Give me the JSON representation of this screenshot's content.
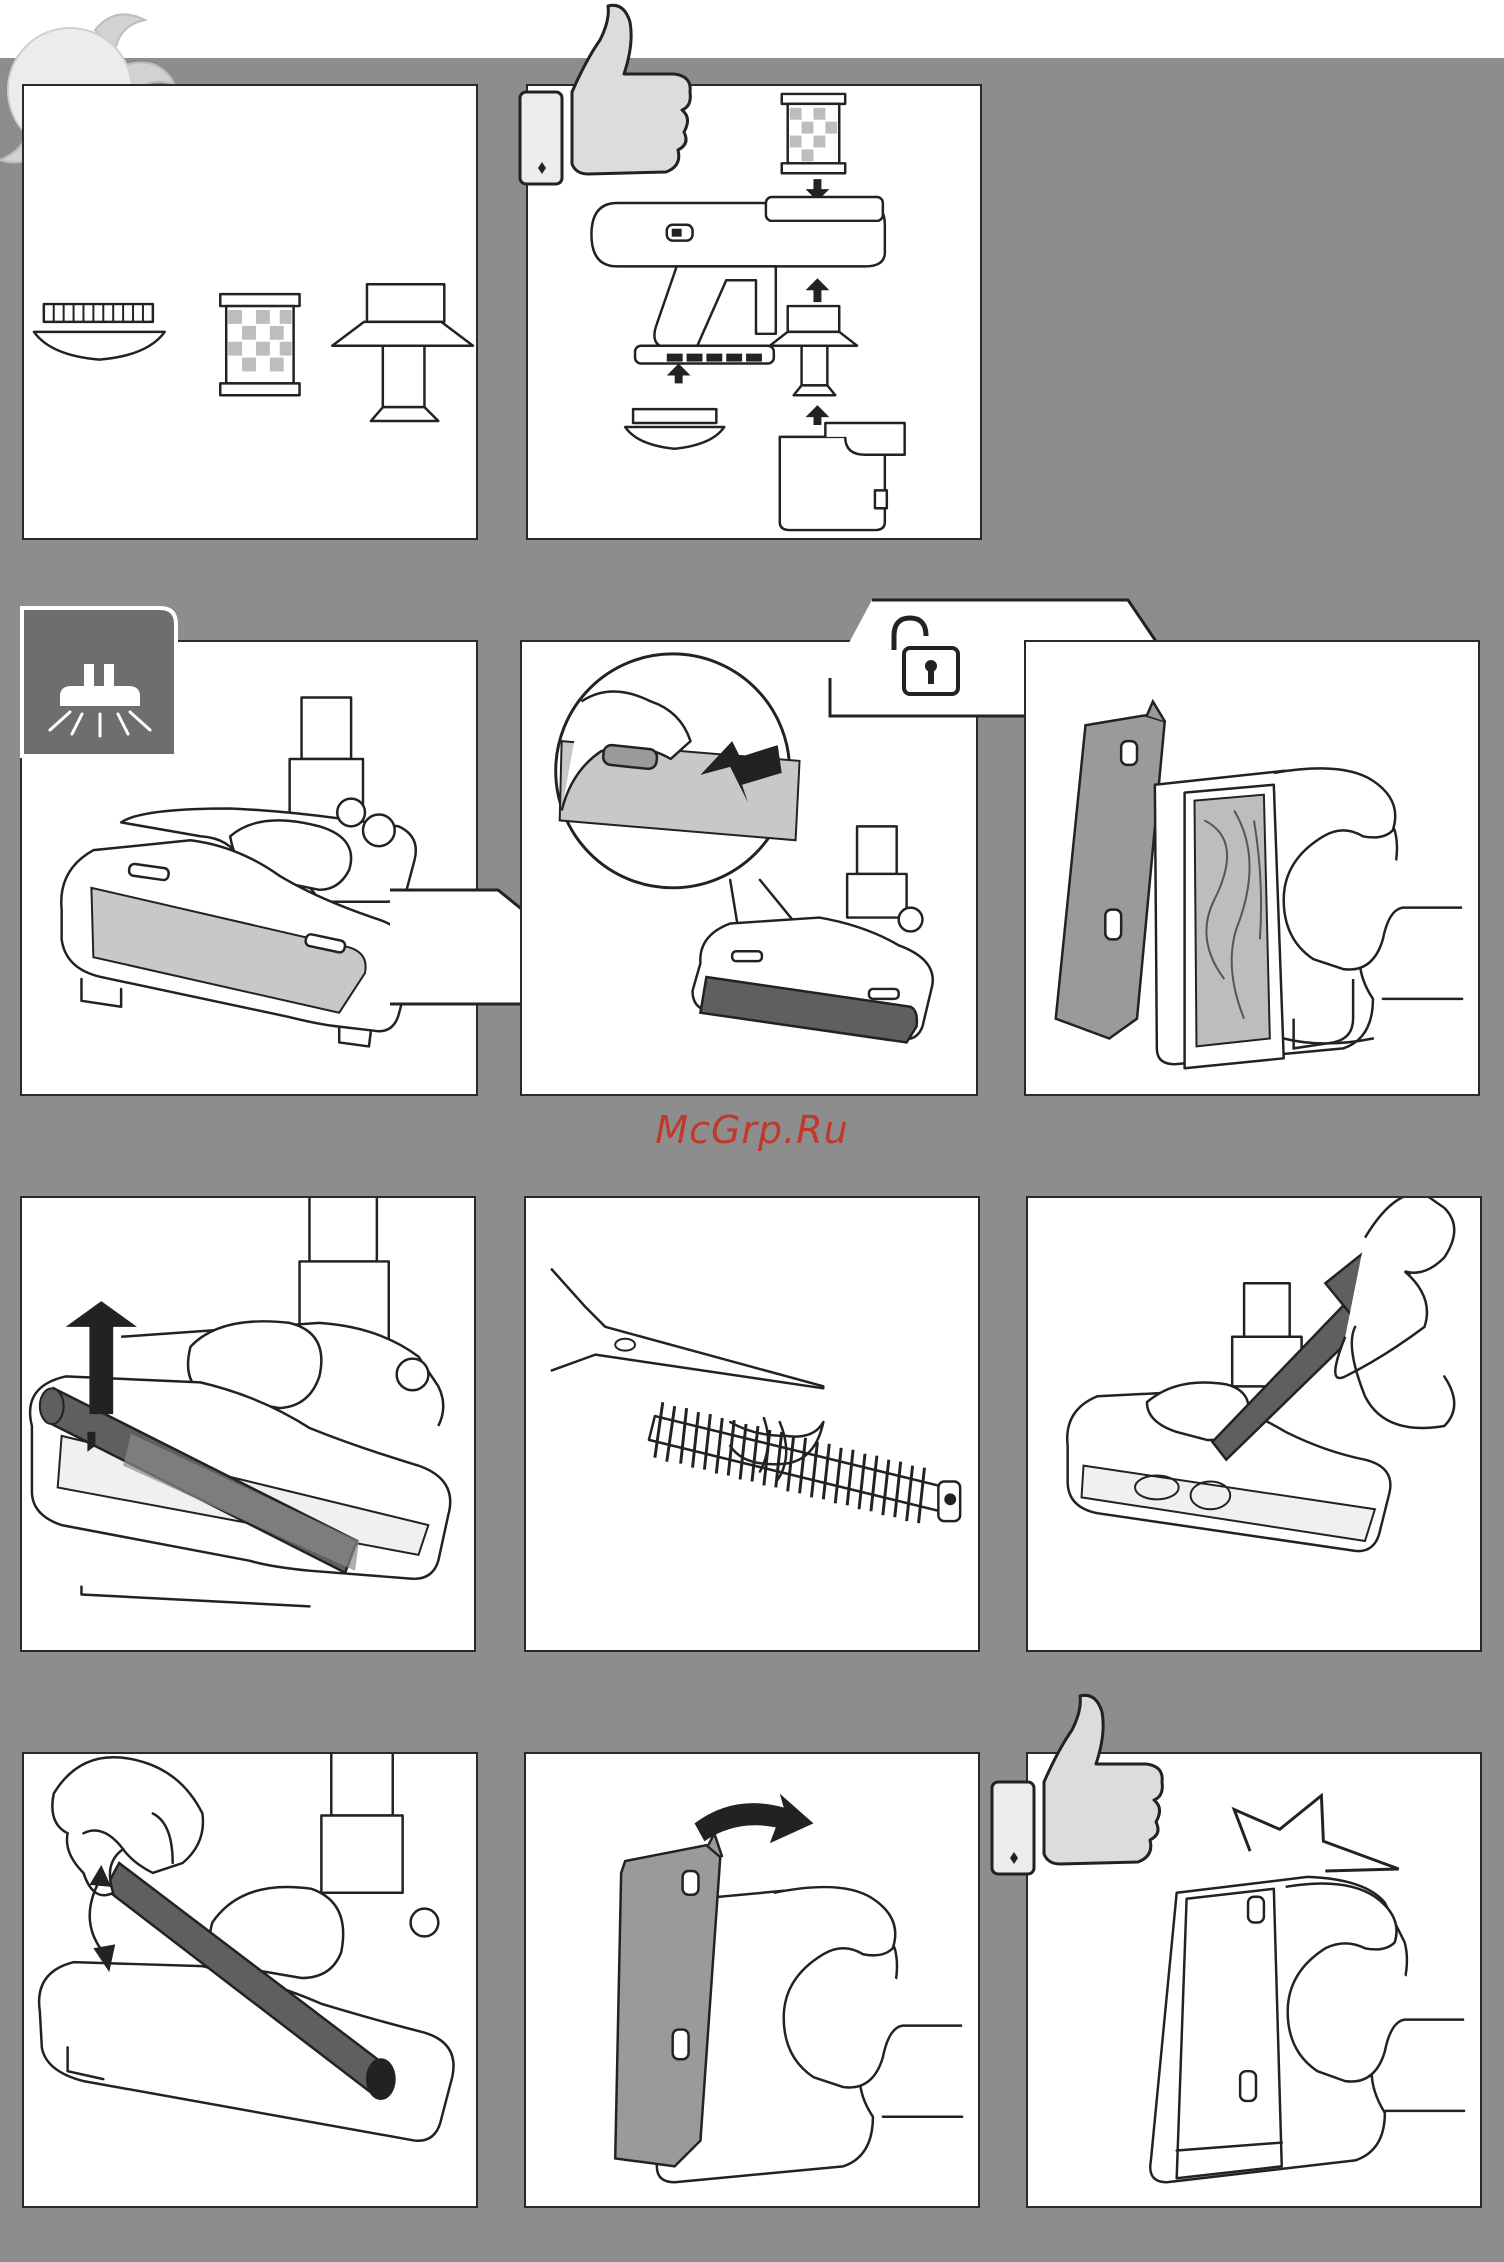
{
  "watermark": {
    "text": "McGrp.Ru",
    "color": "#c0392b"
  },
  "colors": {
    "background": "#8d8d8d",
    "panel": "#ffffff",
    "ink": "#222222",
    "dark_part": "#5f5f5f",
    "mid_part": "#9a9a9a"
  },
  "icons": {
    "sun": "sun-icon",
    "thumbs_up": "thumbs-up-icon",
    "unlock": "unlock-padlock-icon",
    "floor_nozzle": "floor-nozzle-icon"
  },
  "steps": [
    {
      "id": "filters-parts",
      "row": 1,
      "col": 1
    },
    {
      "id": "reassemble-filters",
      "row": 1,
      "col": 2
    },
    {
      "id": "nozzle-overview",
      "row": 2,
      "col": 1
    },
    {
      "id": "unlock-hatch",
      "row": 2,
      "col": 2
    },
    {
      "id": "open-hatch",
      "row": 2,
      "col": 3
    },
    {
      "id": "lift-brush",
      "row": 3,
      "col": 1
    },
    {
      "id": "cut-hair",
      "row": 3,
      "col": 2
    },
    {
      "id": "clean-with-crevice-tool",
      "row": 3,
      "col": 3
    },
    {
      "id": "insert-brush",
      "row": 4,
      "col": 1
    },
    {
      "id": "close-hatch",
      "row": 4,
      "col": 2
    },
    {
      "id": "hatch-clicked",
      "row": 4,
      "col": 3
    }
  ]
}
